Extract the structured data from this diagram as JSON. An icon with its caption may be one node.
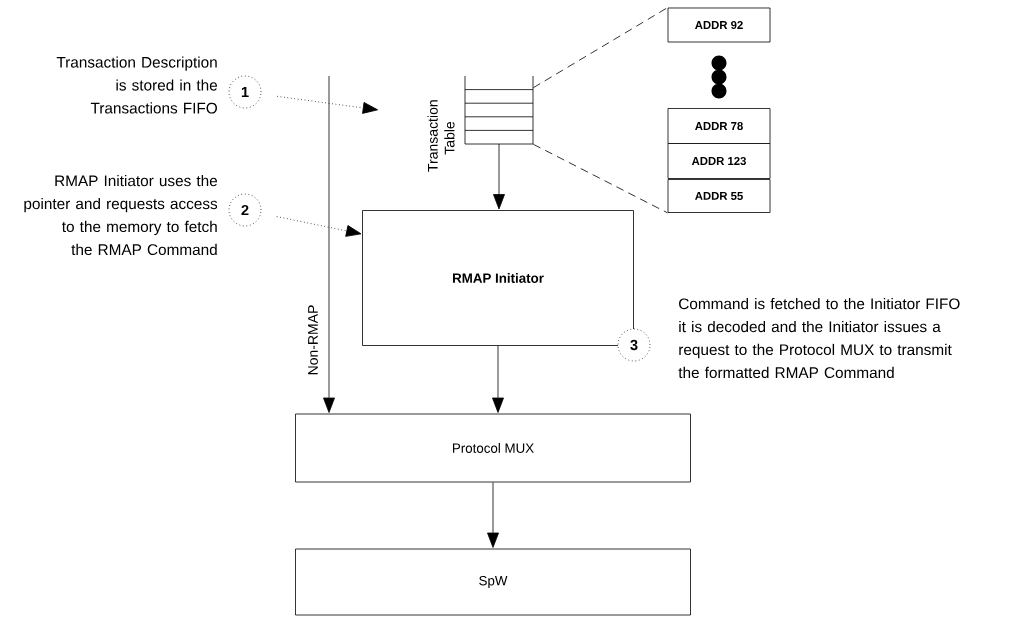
{
  "diagram": {
    "nodes": [
      {
        "text": [
          "1"
        ],
        "beside": [
          "Transaction Description is stored in the Transactions FIFO"
        ]
      },
      {
        "text": [
          "2"
        ],
        "beside": [
          "RMAP Initiator uses the pointer and requests access to the memory to fetch the RMAP Command"
        ]
      },
      {
        "text": [
          "Transaction Table"
        ]
      },
      {
        "text": [
          "ADDR 92"
        ]
      },
      {
        "text": [
          "ADDR 78"
        ]
      },
      {
        "text": [
          "ADDR 123"
        ]
      },
      {
        "text": [
          "ADDR 55"
        ]
      },
      {
        "text": [
          "RMAP Initiator"
        ]
      },
      {
        "text": [
          "3"
        ],
        "beside": [
          "Command is fetched to the Initiator FIFO it is decoded and the Initiator issues a request to the Protocol MUX to transmit the formatted RMAP Command"
        ]
      },
      {
        "text": [
          "Protocol MUX"
        ]
      },
      {
        "text": [
          "SpW"
        ]
      }
    ],
    "edges": [
      {
        "from": 0,
        "to": 2,
        "arrow": "to",
        "style": "dashed"
      },
      {
        "from": 1,
        "to": 7,
        "arrow": "to",
        "style": "dashed"
      },
      {
        "from": 2,
        "to": 3,
        "arrow": "none",
        "style": "dashed"
      },
      {
        "from": 2,
        "to": 6,
        "arrow": "none",
        "style": "dashed"
      },
      {
        "from": 2,
        "to": 7,
        "arrow": "to"
      },
      {
        "from": null,
        "to": 9,
        "arrow": "to",
        "label": "Non-RMAP"
      },
      {
        "from": 7,
        "to": 9,
        "arrow": "to"
      },
      {
        "from": 9,
        "to": 10,
        "arrow": "to"
      }
    ]
  }
}
